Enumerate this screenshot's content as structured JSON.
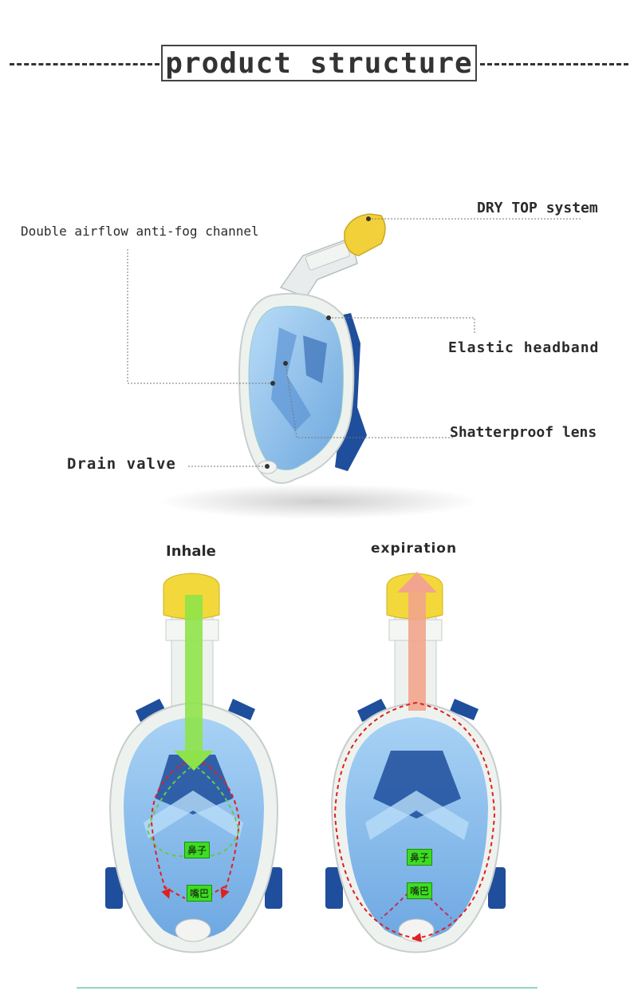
{
  "header": {
    "title": "product structure"
  },
  "labels": {
    "anti_fog": "Double airflow anti-fog channel",
    "dry_top": "DRY TOP system",
    "headband": "Elastic headband",
    "lens": "Shatterproof lens",
    "drain": "Drain valve",
    "inhale": "Inhale",
    "expiration": "expiration"
  },
  "tags": {
    "nose": "鼻子",
    "mouth": "嘴巴"
  },
  "colors": {
    "snorkel_yellow": "#f5d33a",
    "lens_blue": "#8fc3ef",
    "frame_white": "#eef2ee",
    "strap_blue": "#1f4e9c",
    "inhale_arrow": "#8fe34a",
    "exhale_arrow": "#f2a58c",
    "flow_red": "#e02020"
  }
}
